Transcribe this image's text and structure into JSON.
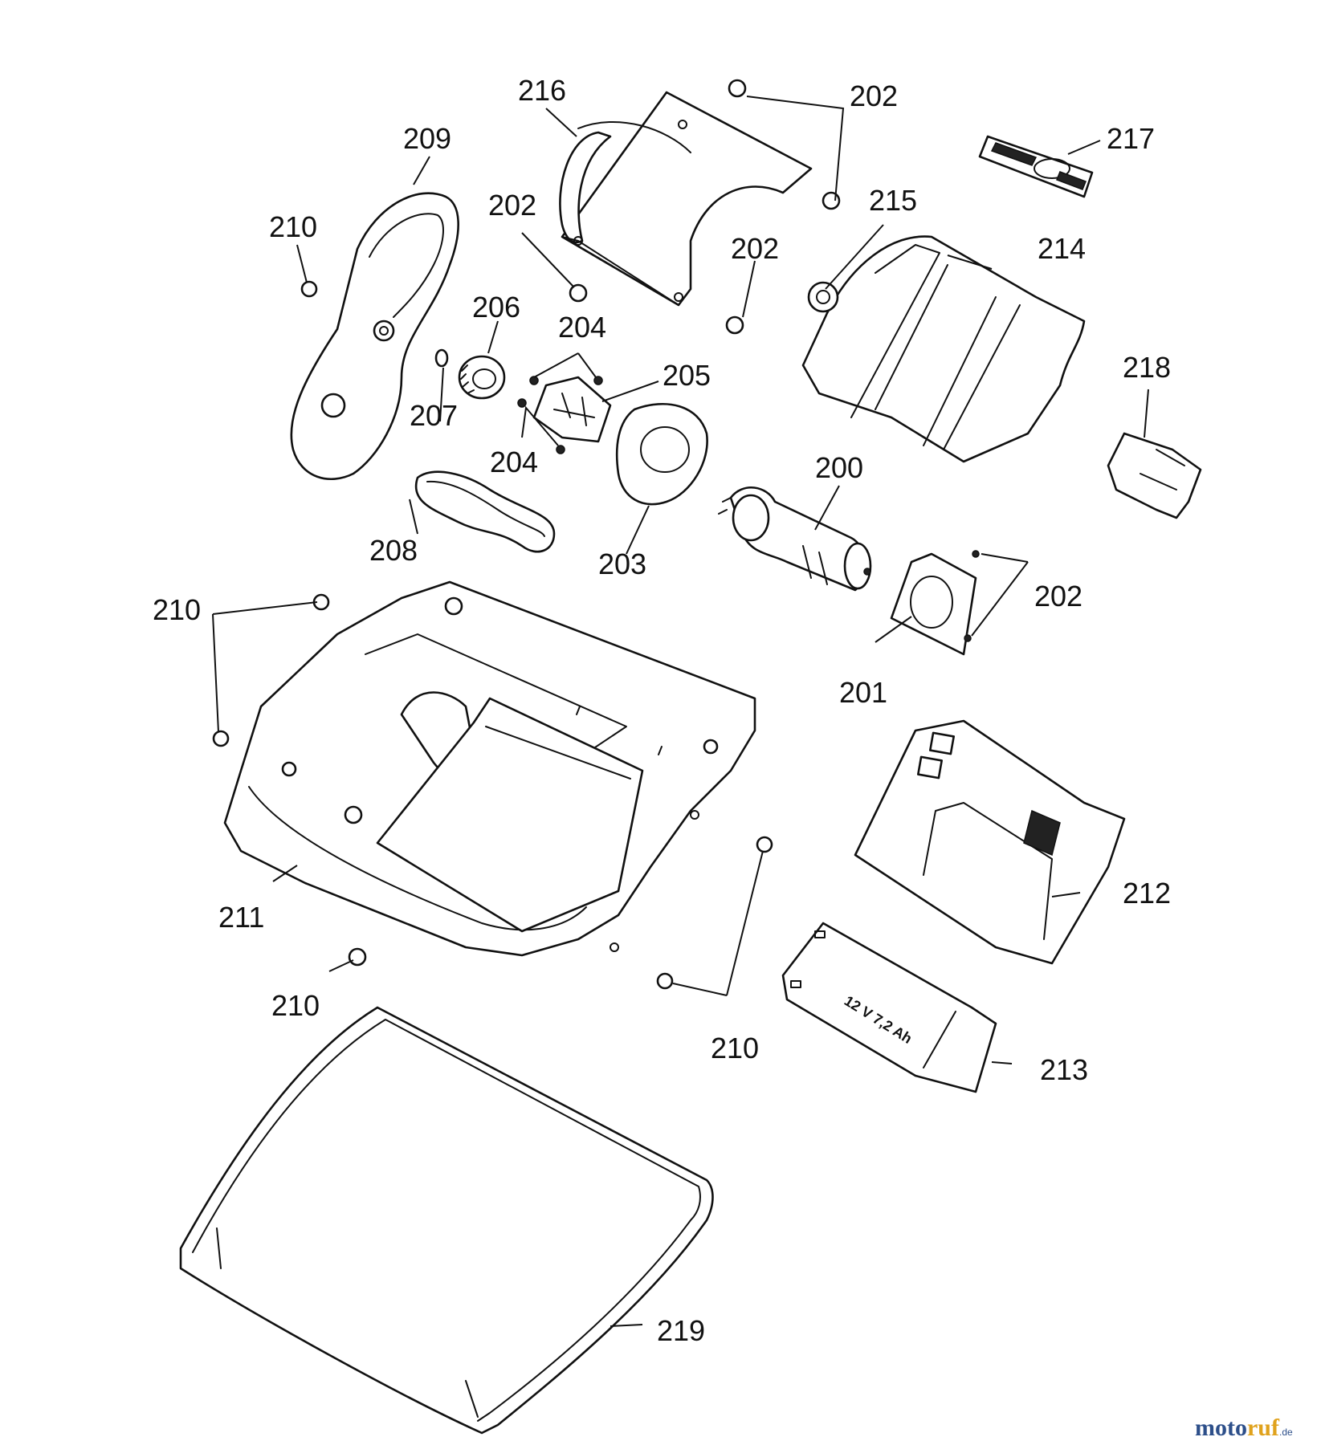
{
  "labels": {
    "l200": "200",
    "l201": "201",
    "l202a": "202",
    "l202b": "202",
    "l202c": "202",
    "l202d": "202",
    "l203": "203",
    "l204a": "204",
    "l204b": "204",
    "l205": "205",
    "l206": "206",
    "l207": "207",
    "l208": "208",
    "l209": "209",
    "l210a": "210",
    "l210b": "210",
    "l210c": "210",
    "l210d": "210",
    "l211": "211",
    "l212": "212",
    "l213": "213",
    "l214": "214",
    "l215": "215",
    "l216": "216",
    "l217": "217",
    "l218": "218",
    "l219": "219"
  },
  "battery_marking": "12 V 7,2 Ah",
  "watermark": {
    "part1": "moto",
    "part2": "ruf",
    "suffix": ".de"
  }
}
